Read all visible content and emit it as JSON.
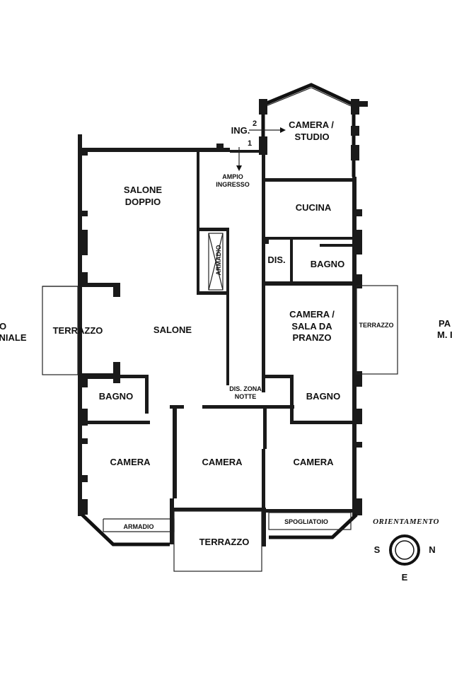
{
  "entrance": {
    "label": "ING.",
    "door_1": "1",
    "door_2": "2"
  },
  "rooms": {
    "camera_studio": [
      "CAMERA /",
      "STUDIO"
    ],
    "ampio_ingresso": [
      "AMPIO",
      "INGRESSO"
    ],
    "salone_doppio": [
      "SALONE",
      "DOPPIO"
    ],
    "cucina": "CUCINA",
    "armadio_ingresso": "ARMADIO",
    "dis": "DIS.",
    "bagno_north": "BAGNO",
    "terrazzo_west": "TERRAZZO",
    "salone": "SALONE",
    "camera_sala_pranzo": [
      "CAMERA /",
      "SALA DA",
      "PRANZO"
    ],
    "terrazzo_east": "TERRAZZO",
    "bagno_sw": "BAGNO",
    "dis_zona_notte": [
      "DIS. ZONA",
      "NOTTE"
    ],
    "bagno_se": "BAGNO",
    "camera_sw": "CAMERA",
    "camera_mid": "CAMERA",
    "camera_se": "CAMERA",
    "armadio_sw": "ARMADIO",
    "spogliatoio": "SPOGLIATOIO",
    "terrazzo_south": "TERRAZZO"
  },
  "side_labels": {
    "left": [
      "O",
      "NIALE"
    ],
    "right": [
      "PA",
      "M. I"
    ]
  },
  "compass": {
    "title": "ORIENTAMENTO",
    "west": "S",
    "east": "N",
    "south": "E"
  }
}
